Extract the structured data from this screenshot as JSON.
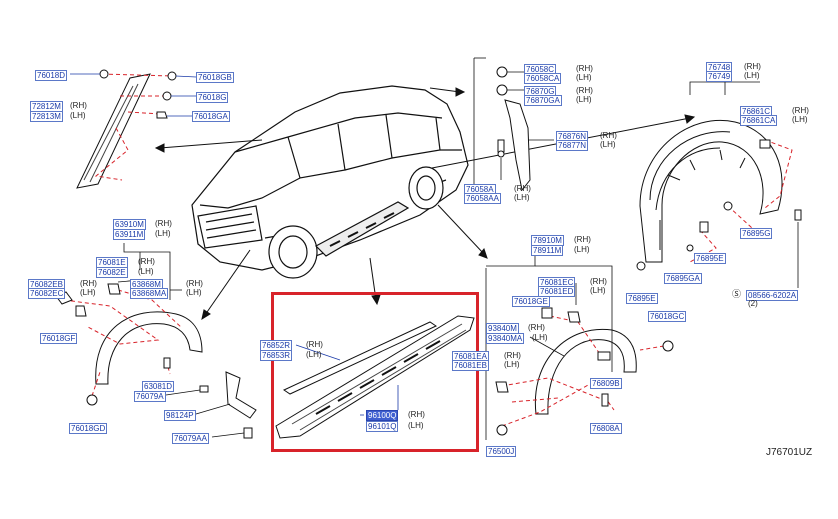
{
  "diagram_code": "J76701UZ",
  "side_rh": "(RH)",
  "side_lh": "(LH)",
  "qty_2": "(2)",
  "parts": {
    "p76018D": "76018D",
    "p76018GB": "76018GB",
    "p76018G": "76018G",
    "p76018GA": "76018GA",
    "p72812M": "72812M",
    "p72813M": "72813M",
    "p76058C": "76058C",
    "p76058CA": "76058CA",
    "p76870G": "76870G",
    "p76870GA": "76870GA",
    "p76876N": "76876N",
    "p76877N": "76877N",
    "p76058A": "76058A",
    "p76058AA": "76058AA",
    "p76748": "76748",
    "p76749": "76749",
    "p76861C": "76861C",
    "p76861CA": "76861CA",
    "p76895G": "76895G",
    "p76895E": "76895E",
    "p76895GA": "76895GA",
    "p76895E2": "76895E",
    "p08566": "08566-6202A",
    "p63910M": "63910M",
    "p63911M": "63911M",
    "p76081E": "76081E",
    "p76082E": "76082E",
    "p63868M": "63868M",
    "p63868MA": "63868MA",
    "p76082EB": "76082EB",
    "p76082EC": "76082EC",
    "p76018GF": "76018GF",
    "p63081D": "63081D",
    "p76079A": "76079A",
    "p98124P": "98124P",
    "p76079AA": "76079AA",
    "p76018GD": "76018GD",
    "p76852R": "76852R",
    "p76853R": "76853R",
    "p96100Q": "96100Q",
    "p96101Q": "96101Q",
    "p78910M": "78910M",
    "p78911M": "78911M",
    "p76081EC": "76081EC",
    "p76081ED": "76081ED",
    "p76018GE": "76018GE",
    "p93840M": "93840M",
    "p93840MA": "93840MA",
    "p76081EA": "76081EA",
    "p76081EB": "76081EB",
    "p76018GC": "76018GC",
    "p76809B": "76809B",
    "p76808A": "76808A",
    "p76500J": "76500J"
  }
}
